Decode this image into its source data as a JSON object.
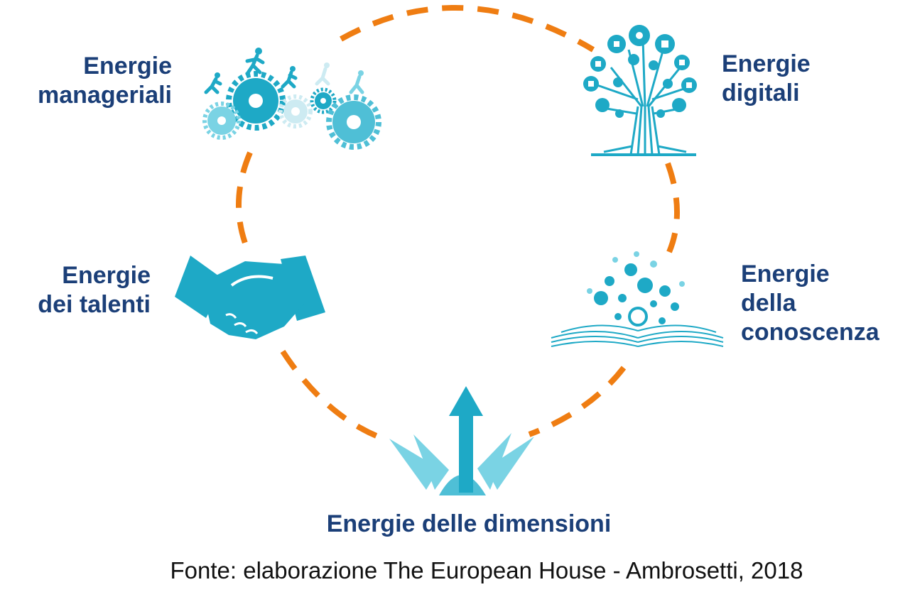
{
  "diagram": {
    "nodes": {
      "manageriali": {
        "line1": "Energie",
        "line2": "manageriali",
        "icon": "gears-runners-icon"
      },
      "digitali": {
        "line1": "Energie",
        "line2": "digitali",
        "icon": "digital-tree-icon"
      },
      "talenti": {
        "line1": "Energie",
        "line2": "dei talenti",
        "icon": "handshake-icon"
      },
      "conoscenza": {
        "line1": "Energie",
        "line2": "della",
        "line3": "conoscenza",
        "icon": "open-book-icon"
      },
      "dimensioni": {
        "line1": "Energie delle dimensioni",
        "icon": "arrow-splash-icon"
      }
    },
    "source": "Fonte: elaborazione The European House - Ambrosetti, 2018"
  },
  "colors": {
    "label_text": "#1b3f78",
    "icon_primary": "#1ea9c6",
    "icon_light": "#7ad3e4",
    "ring_dashes": "#ef7d12"
  }
}
